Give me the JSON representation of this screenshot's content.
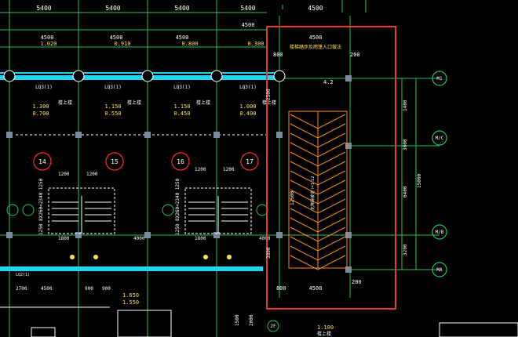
{
  "colors": {
    "bg": "#000000",
    "grid": "#22c55e",
    "dim": "#ffffff",
    "wall": "#22d3ee",
    "hatch": "#ff8c1a",
    "col": "#7c8aa0",
    "highlight": "#e53935",
    "axis_circle": "#ff2d2d",
    "yellow": "#ffe14a"
  },
  "top_dims": [
    "5400",
    "5400",
    "5400",
    "5400",
    "4500"
  ],
  "sub_dims": [
    "4500",
    "4500",
    "4500",
    "4500",
    "4500"
  ],
  "levels_top": [
    "1.020",
    "0.910",
    "0.800",
    "0.300"
  ],
  "room_labels": [
    "LQ3(1)",
    "LQ3(1)",
    "LQ3(1)",
    "LQ3(1)"
  ],
  "room_levels": [
    "1.300",
    "1.150",
    "1.150",
    "1.000"
  ],
  "room_levels_b": [
    "0.700",
    "0.550",
    "0.450",
    "0.400"
  ],
  "room_names": [
    "楼上楼",
    "楼上楼",
    "楼上楼",
    "楼上楼"
  ],
  "axis_circles": [
    "14",
    "15",
    "16",
    "17"
  ],
  "axis_right": [
    "M1",
    "M/C",
    "M/B",
    "MA"
  ],
  "right_dims": [
    "1400",
    "3000",
    "6400",
    "3200"
  ],
  "right_total": "15000",
  "left_vdims": [
    "2500",
    "12500",
    "3800"
  ],
  "highlight_labels": {
    "top": "4500",
    "sub": "4500",
    "note": "楼梯踏步及雨篷入口做法",
    "side": "4.2",
    "bottom": "4500",
    "left": "800",
    "right": "200",
    "vertical": "12500",
    "ramp": "无障碍坡道 i=1:12"
  },
  "stair_dims": [
    "1200",
    "1200",
    "1200",
    "1200"
  ],
  "stair_vert": "1250 8X260=2340 1250",
  "stair_bottom": [
    "1800",
    "4000",
    "1800",
    "4000"
  ],
  "misc": {
    "lower_level": "1.650",
    "lower_level_b": "1.550",
    "bottom_level": "1.100",
    "bottom_level_b": "楼上楼",
    "bottom_dims": [
      "2700",
      "4500",
      "900",
      "900"
    ],
    "lower_left": "1500",
    "lower_left_b": "2000",
    "axis_bottom": "2F",
    "note_left": "LQ2(1)"
  }
}
